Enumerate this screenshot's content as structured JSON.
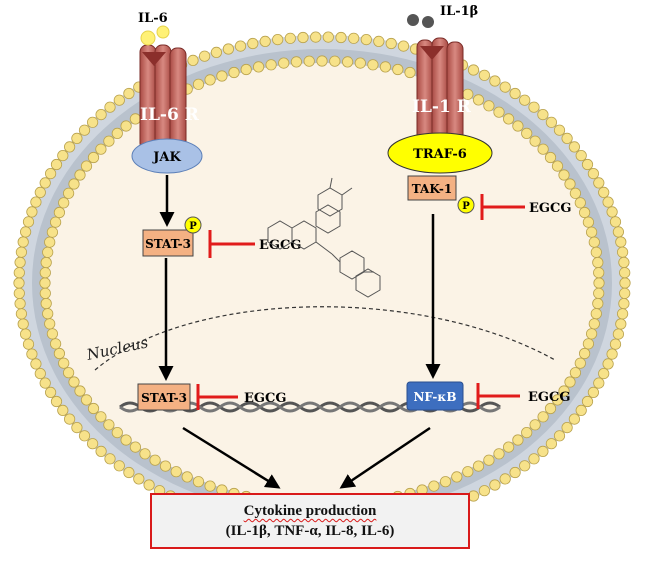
{
  "ligands": {
    "left": "IL-6",
    "right": "IL-1β"
  },
  "receptors": {
    "left": "IL-6 R",
    "right": "IL-1 R"
  },
  "adaptors": {
    "left": "JAK",
    "right": "TRAF-6"
  },
  "kinases": {
    "left_cyto": "STAT-3",
    "right_cyto": "TAK-1",
    "left_nuc": "STAT-3",
    "right_nuc": "NF-κB"
  },
  "phospho_label": "P",
  "inhibitor_label": "EGCG",
  "nucleus_label": "Nucleus",
  "output": {
    "title": "Cytokine production",
    "detail": "(IL-1β, TNF-α, IL-8, IL-6)"
  },
  "colors": {
    "receptor": "#c96b63",
    "receptor_dark": "#8b2f2b",
    "jak": "#a9c1e6",
    "traf": "#ffff00",
    "kinase_box": "#f4b183",
    "nfkb": "#3d6ebf",
    "inhibitor": "#e11b1b",
    "membrane_head": "#f7e28a",
    "cytoplasm": "#fbf3e6",
    "phospho": "#ffff00"
  }
}
